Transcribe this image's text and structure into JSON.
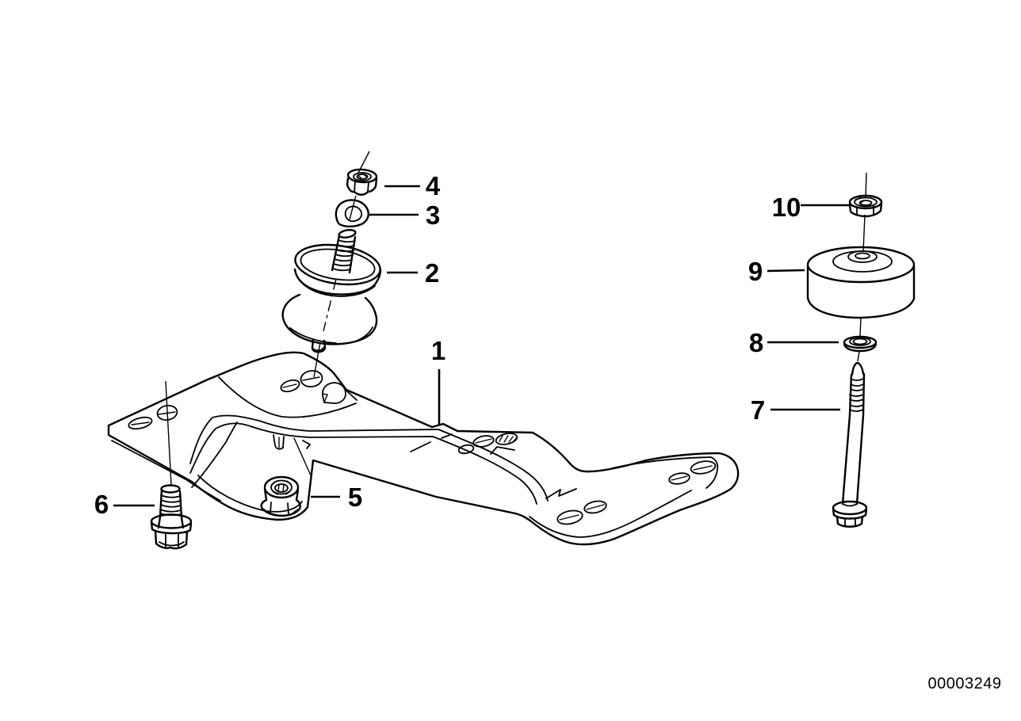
{
  "page": {
    "background": "#ffffff",
    "line_color": "#000000",
    "drawing_number": "00003249"
  },
  "callouts": [
    {
      "label": "1"
    },
    {
      "label": "2"
    },
    {
      "label": "3"
    },
    {
      "label": "4"
    },
    {
      "label": "5"
    },
    {
      "label": "6"
    },
    {
      "label": "7"
    },
    {
      "label": "8"
    },
    {
      "label": "9"
    },
    {
      "label": "10"
    }
  ]
}
